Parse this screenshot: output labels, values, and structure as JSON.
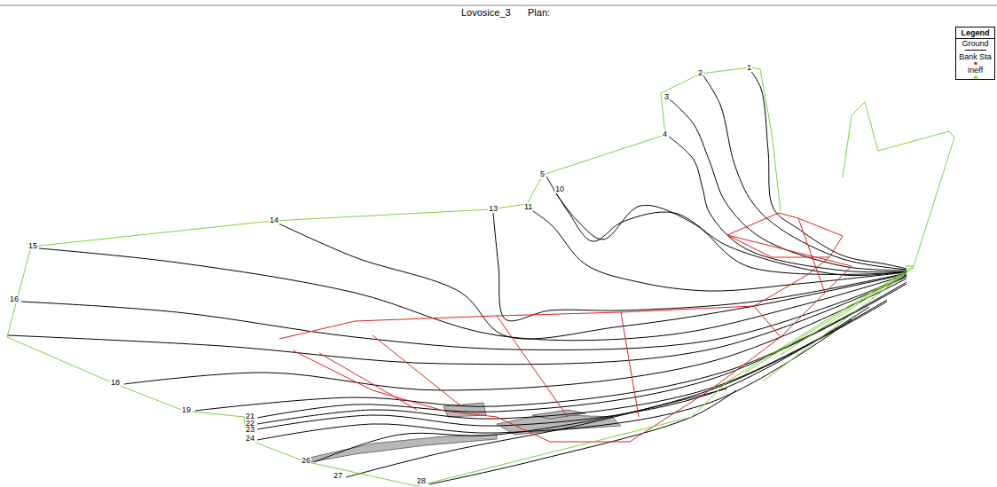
{
  "diagram": {
    "title": "Lovosice_3",
    "labels": [
      "Plan:",
      "Legend",
      "1",
      "2",
      "3",
      "4",
      "5",
      "10",
      "11",
      "13",
      "14",
      "15",
      "16",
      "18",
      "19",
      "21",
      "22",
      "23",
      "24",
      "26",
      "27",
      "28"
    ],
    "legend": [
      {
        "text": "Ground"
      },
      {
        "text": "Bank Sta"
      },
      {
        "text": "Ineff"
      }
    ]
  }
}
